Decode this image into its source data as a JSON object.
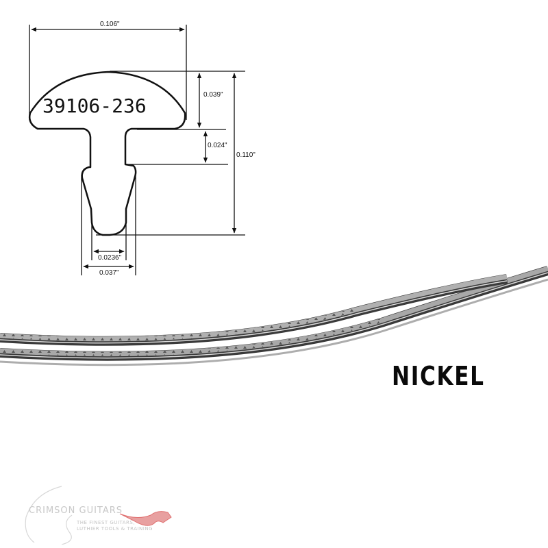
{
  "diagram": {
    "type": "technical-drawing",
    "subject": "fret wire cross-section",
    "part_number": "39106-236",
    "dimensions": {
      "crown_width": "0.106\"",
      "crown_height": "0.039\"",
      "tang_upper_height": "0.024\"",
      "overall_height": "0.110\"",
      "tang_width": "0.0236\"",
      "barb_width": "0.037\""
    },
    "line_color": "#111111"
  },
  "product": {
    "material_label": "NICKEL",
    "wire_color": "#8a8a8a",
    "wire_dark_color": "#3a3a3a"
  },
  "logo": {
    "brand": "CRIMSON GUITARS",
    "tagline_line1": "THE FINEST GUITARS,",
    "tagline_line2": "LUTHIER TOOLS & TRAINING",
    "accent_color": "#e07070",
    "text_color": "#c8c8c8"
  }
}
